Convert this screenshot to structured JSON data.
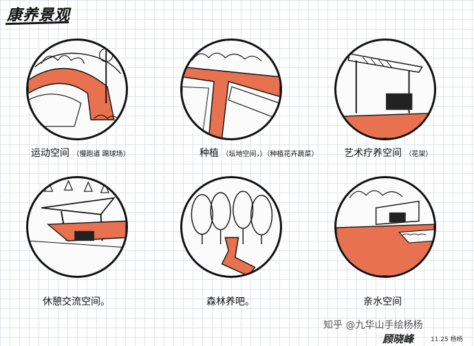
{
  "page": {
    "title": "康养景观",
    "accent_color": "#e8724f",
    "ink_color": "#111111"
  },
  "vignettes": [
    {
      "caption_main": "运动空间",
      "caption_note": "（慢跑道 踢球场）",
      "icon": "running-track-icon"
    },
    {
      "caption_main": "种植",
      "caption_note": "（坛地空间，）（种植花卉蔬菜）",
      "icon": "planting-beds-icon"
    },
    {
      "caption_main": "艺术疗养空间",
      "caption_note": "（花架）",
      "icon": "pergola-icon"
    },
    {
      "caption_main": "休憩交流空间。",
      "caption_note": "",
      "icon": "shelter-icon"
    },
    {
      "caption_main": "森林养吧。",
      "caption_note": "",
      "icon": "forest-path-icon"
    },
    {
      "caption_main": "亲水空间",
      "caption_note": "",
      "icon": "waterfront-icon"
    }
  ],
  "footer": {
    "watermark": "知乎 @九华山手绘杨杨",
    "signature": "顾晓峰",
    "date": "11.25 杨杨"
  }
}
